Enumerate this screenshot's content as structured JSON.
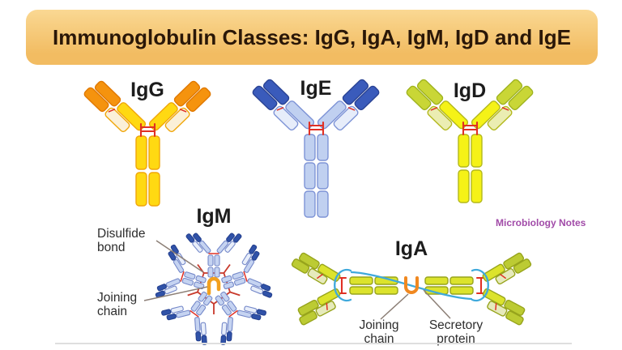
{
  "header": {
    "title": "Immunoglobulin Classes: IgG, IgA, IgM, IgD and IgE"
  },
  "figures": {
    "igg": {
      "label": "IgG"
    },
    "ige": {
      "label": "IgE"
    },
    "igd": {
      "label": "IgD"
    },
    "igm": {
      "label": "IgM",
      "annotations": {
        "disulfide": "Disulfide bond",
        "joining": "Joining chain"
      }
    },
    "iga": {
      "label": "IgA",
      "annotations": {
        "joining": "Joining chain",
        "secretory": "Secretory protein"
      }
    }
  },
  "watermark": {
    "text": "Microbiology Notes"
  },
  "colors": {
    "header-bg-top": "#FAD893",
    "header-bg-bottom": "#F2BC62",
    "header-text": "#2A1708",
    "label-text": "#1C1C1C",
    "annotation-text": "#2D2D2D",
    "watermark": "#A14BA8",
    "bond-red": "#E03024",
    "leader": "#8C7F76",
    "divider": "#DEDEDE",
    "igg-heavy": "#FFD912",
    "igg-heavy-stroke": "#F0A60A",
    "igg-tip": "#F5930E",
    "igg-tip-stroke": "#E07800",
    "igg-pale": "#FBF0D8",
    "ige-body": "#C0D0F0",
    "ige-stroke": "#7D93D6",
    "ige-tip": "#3A5BBB",
    "ige-tip-stroke": "#2A4394",
    "ige-pale": "#E7EDFA",
    "igd-body": "#F5F217",
    "igd-stroke": "#B3B81C",
    "igd-tip": "#C9D636",
    "igd-tip-stroke": "#9FB31F",
    "igd-pale": "#EBEDB2",
    "igm-body": "#C5D3F1",
    "igm-stroke": "#7488C9",
    "igm-tip": "#3052A8",
    "igm-tip-stroke": "#24408F",
    "igm-pale": "#E8EEFA",
    "igm-bond": "#C8392B",
    "igm-j": "#F2A01E",
    "iga-body": "#DCE32C",
    "iga-stroke": "#97A41C",
    "iga-tip": "#BCCB33",
    "iga-pale": "#E6EABC",
    "iga-secretory": "#3FA9DC",
    "iga-j": "#F08820"
  }
}
